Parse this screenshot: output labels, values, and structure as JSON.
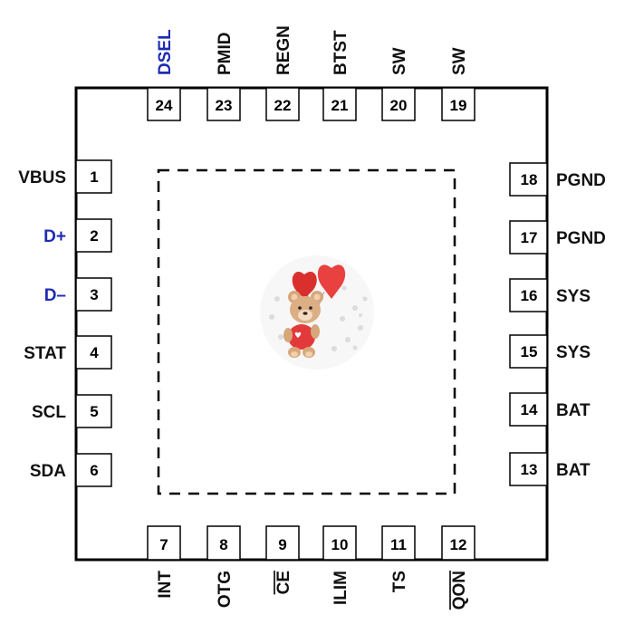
{
  "colors": {
    "outline": "#000000",
    "signal_blue": "#1f2bb3",
    "label_black": "#111111"
  },
  "package": {
    "top_pins": [
      {
        "num": "24",
        "label": "DSEL",
        "color": "blue"
      },
      {
        "num": "23",
        "label": "PMID",
        "color": "black"
      },
      {
        "num": "22",
        "label": "REGN",
        "color": "black"
      },
      {
        "num": "21",
        "label": "BTST",
        "color": "black"
      },
      {
        "num": "20",
        "label": "SW",
        "color": "black"
      },
      {
        "num": "19",
        "label": "SW",
        "color": "black"
      }
    ],
    "left_pins": [
      {
        "num": "1",
        "label": "VBUS",
        "color": "black"
      },
      {
        "num": "2",
        "label": "D+",
        "color": "blue"
      },
      {
        "num": "3",
        "label": "D–",
        "color": "blue"
      },
      {
        "num": "4",
        "label": "STAT",
        "color": "black"
      },
      {
        "num": "5",
        "label": "SCL",
        "color": "black"
      },
      {
        "num": "6",
        "label": "SDA",
        "color": "black"
      }
    ],
    "right_pins": [
      {
        "num": "18",
        "label": "PGND",
        "color": "black"
      },
      {
        "num": "17",
        "label": "PGND",
        "color": "black"
      },
      {
        "num": "16",
        "label": "SYS",
        "color": "black"
      },
      {
        "num": "15",
        "label": "SYS",
        "color": "black"
      },
      {
        "num": "14",
        "label": "BAT",
        "color": "black"
      },
      {
        "num": "13",
        "label": "BAT",
        "color": "black"
      }
    ],
    "bottom_pins": [
      {
        "num": "7",
        "label": "INT",
        "color": "black",
        "overbar": false
      },
      {
        "num": "8",
        "label": "OTG",
        "color": "black",
        "overbar": false
      },
      {
        "num": "9",
        "label": "CE",
        "color": "black",
        "overbar": true
      },
      {
        "num": "10",
        "label": "ILIM",
        "color": "black",
        "overbar": false
      },
      {
        "num": "11",
        "label": "TS",
        "color": "black",
        "overbar": false
      },
      {
        "num": "12",
        "label": "QON",
        "color": "black",
        "overbar": true
      }
    ],
    "center_graphic": "teddy-bear-with-heart-balloons-icon"
  }
}
